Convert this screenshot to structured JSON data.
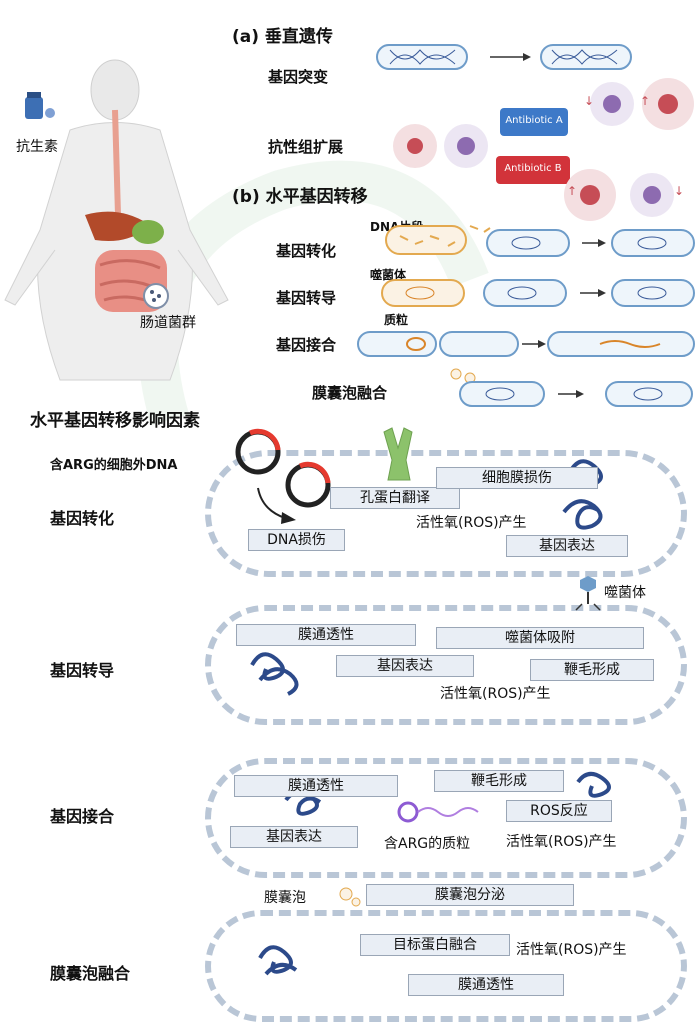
{
  "section_a": {
    "title": "(a) 垂直遗传",
    "mutation": "基因突变",
    "resistance": "抗性组扩展",
    "antibiotic_a": "Antibiotic A",
    "antibiotic_b": "Antibiotic B"
  },
  "section_b": {
    "title": "(b) 水平基因转移",
    "dna_fragment": "DNA片段",
    "phage": "噬菌体",
    "plasmid": "质粒",
    "transformation": "基因转化",
    "transduction": "基因转导",
    "conjugation": "基因接合",
    "vesicle_fusion": "膜囊泡融合"
  },
  "left": {
    "antibiotic": "抗生素",
    "gut_flora": "肠道菌群"
  },
  "factors": {
    "title": "水平基因转移影响因素",
    "transformation": {
      "label": "基因转化",
      "extracellular": "含ARG的细胞外DNA",
      "dna_damage": "DNA损伤",
      "pore_protein": "孔蛋白翻译",
      "membrane_damage": "细胞膜损伤",
      "ros": "活性氧(ROS)产生",
      "expression": "基因表达"
    },
    "transduction": {
      "label": "基因转导",
      "phage": "噬菌体",
      "permeability": "膜通透性",
      "phage_adsorption": "噬菌体吸附",
      "expression": "基因表达",
      "flagella": "鞭毛形成",
      "ros": "活性氧(ROS)产生"
    },
    "conjugation": {
      "label": "基因接合",
      "permeability": "膜通透性",
      "flagella": "鞭毛形成",
      "ros_response": "ROS反应",
      "expression": "基因表达",
      "plasmid": "含ARG的质粒",
      "ros": "活性氧(ROS)产生"
    },
    "vesicle": {
      "label": "膜囊泡融合",
      "vesicle": "膜囊泡",
      "secretion": "膜囊泡分泌",
      "target_fusion": "目标蛋白融合",
      "ros": "活性氧(ROS)产生",
      "permeability": "膜通透性"
    }
  },
  "colors": {
    "cell_border": "#6e9cc9",
    "antibiotic_a": "#3d79c8",
    "antibiotic_b": "#d2333a",
    "ring": "#e53a2f"
  }
}
